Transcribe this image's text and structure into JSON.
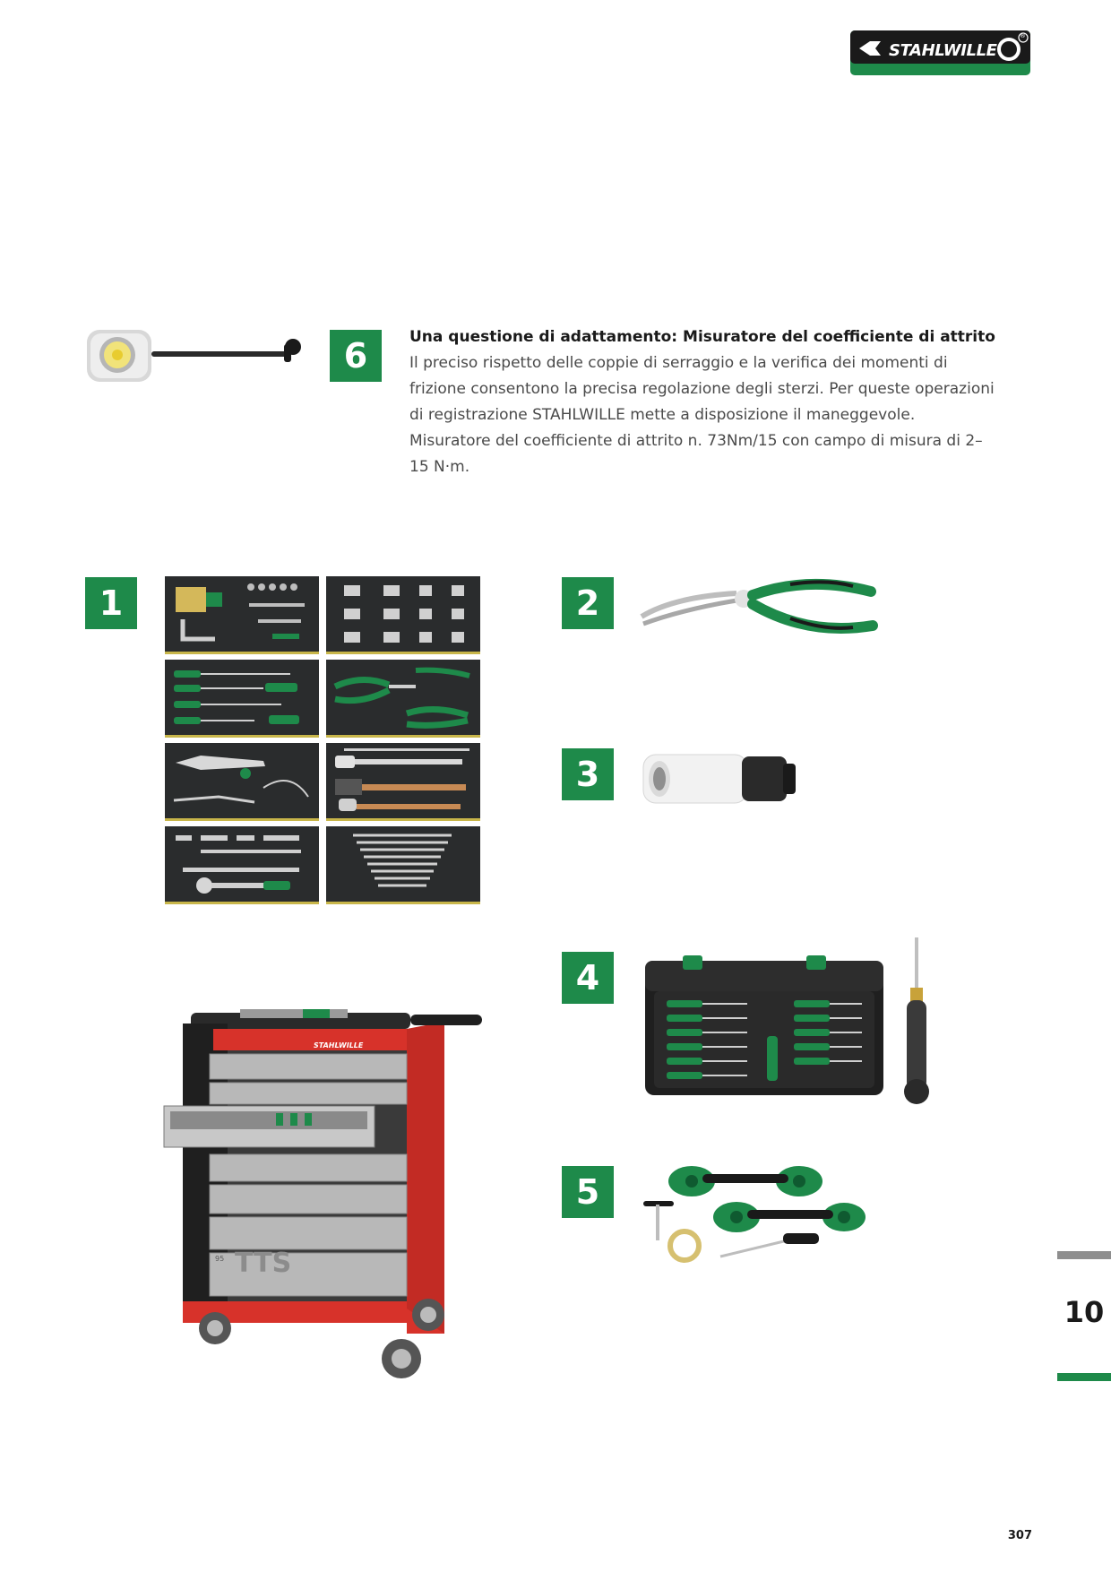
{
  "header": {
    "brand": "STAHLWILLE",
    "registered_mark": "®"
  },
  "items": [
    {
      "number": "1"
    },
    {
      "number": "2"
    },
    {
      "number": "3"
    },
    {
      "number": "4"
    },
    {
      "number": "5"
    },
    {
      "number": "6"
    }
  ],
  "feature": {
    "title": "Una questione di adattamento: Misuratore del coefficiente di attrito",
    "body": "Il preciso rispetto delle coppie di serraggio e la verifica dei momenti di frizione consentono la precisa regolazione degli sterzi. Per queste operazioni di registrazione STAHLWILLE mette a disposizione il maneggevole. Misuratore del coefficiente di attrito n. 73Nm/15 con campo di misura di 2–15 N·m."
  },
  "trolley": {
    "brand": "STAHLWILLE",
    "model": "TTS",
    "drawer_number": "95"
  },
  "chapter": "10",
  "page_number": "307",
  "colors": {
    "brand_green": "#1e8a4a",
    "trolley_red": "#d7322a",
    "tab_grey": "#8e8e8e"
  }
}
